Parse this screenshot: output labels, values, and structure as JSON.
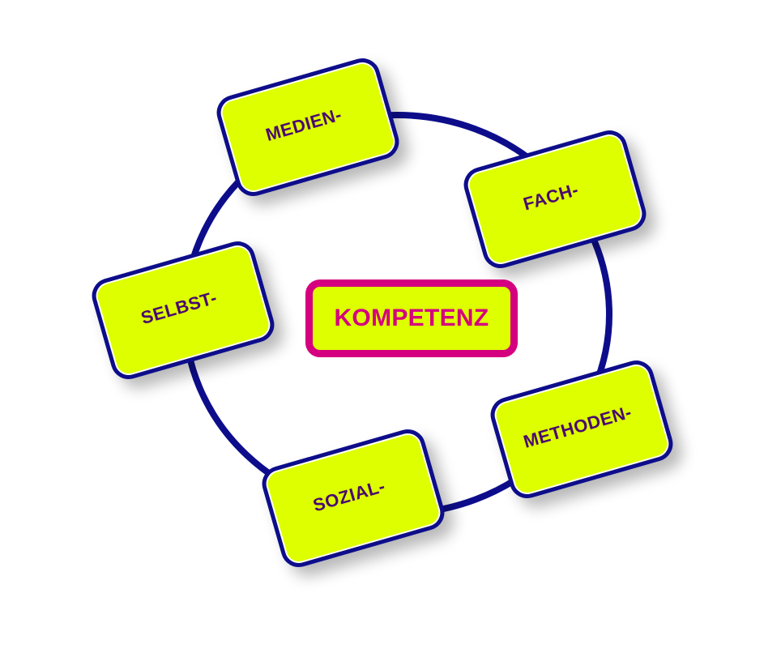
{
  "diagram": {
    "type": "circular-concept-map",
    "center": {
      "label": "KOMPETENZ"
    },
    "nodes": [
      {
        "id": "medien",
        "label": "MEDIEN-"
      },
      {
        "id": "fach",
        "label": "FACH-"
      },
      {
        "id": "methoden",
        "label": "METHODEN-"
      },
      {
        "id": "sozial",
        "label": "SOZIAL-"
      },
      {
        "id": "selbst",
        "label": "SELBST-"
      }
    ],
    "colors": {
      "node_fill": "#ddff00",
      "node_border": "#0d0d8c",
      "node_text": "#4a0a6e",
      "center_border": "#d4007f",
      "center_text": "#d4007f",
      "ring": "#0d0d8c"
    }
  }
}
